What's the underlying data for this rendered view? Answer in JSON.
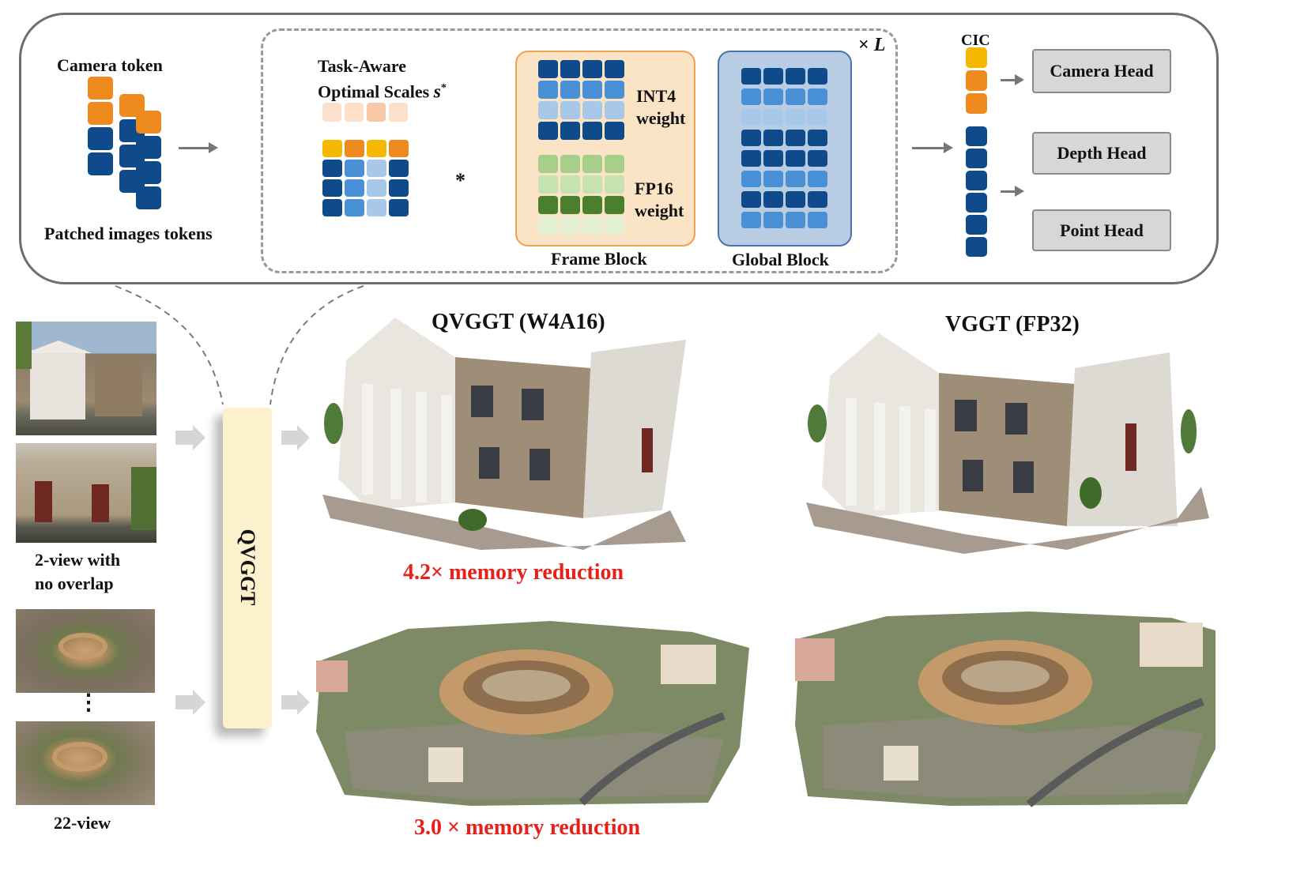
{
  "pipeline": {
    "camera_token_label": "Camera token",
    "patched_tokens_label": "Patched images tokens",
    "scales_label_line1": "Task-Aware",
    "scales_label_line2": "Optimal Scales",
    "scales_symbol": "s",
    "scales_sup": "*",
    "multiply": "*",
    "int4_line1": "INT4",
    "int4_line2": "weight",
    "fp16_line1": "FP16",
    "fp16_line2": "weight",
    "frame_block": "Frame Block",
    "global_block": "Global Block",
    "repeat_times": "×",
    "repeat_var": "L",
    "cic_label": "CIC",
    "heads": [
      "Camera Head",
      "Depth Head",
      "Point Head"
    ]
  },
  "inputs": {
    "two_view_line1": "2-view with",
    "two_view_line2": "no overlap",
    "many_view": "22-view",
    "ellipsis": "⋮"
  },
  "model_label": "QVGGT",
  "results": {
    "qvggt_title": "QVGGT (W4A16)",
    "vggt_title": "VGGT (FP32)",
    "reduction_top": "4.2× memory reduction",
    "reduction_bottom": "3.0 × memory reduction"
  },
  "colors": {
    "dark_blue": "#0f4a8a",
    "mid_blue": "#4a90d6",
    "light_blue": "#a8c8ea",
    "orange": "#ee8a1e",
    "yellow": "#f5b800",
    "frame_fill": "#fbe3c6",
    "frame_border": "#f0a24e",
    "global_fill": "#b8cde3",
    "global_border": "#4a74a8",
    "model_fill": "#fdf0cc",
    "reduction_red": "#e8201a"
  }
}
